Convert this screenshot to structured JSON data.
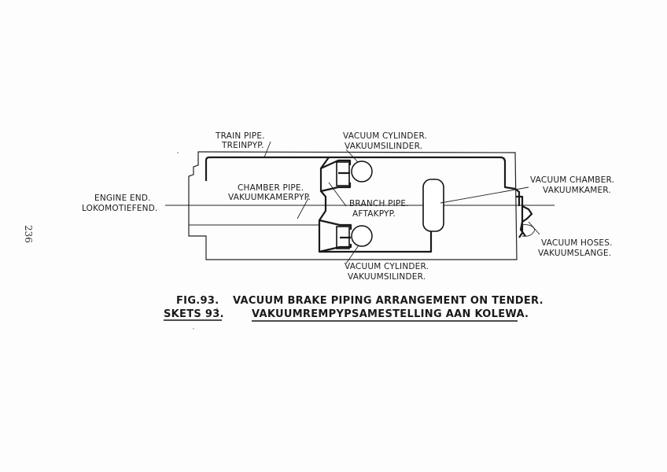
{
  "page_number": "236",
  "labels": {
    "train_pipe": "TRAIN PIPE.",
    "treinpyp": "TREINPYP.",
    "vacuum_cylinder_top": "VACUUM CYLINDER.",
    "vakuumsilinder_top": "VAKUUMSILINDER.",
    "vacuum_chamber": "VACUUM CHAMBER.",
    "vakuumkamer": "VAKUUMKAMER.",
    "engine_end": "ENGINE END.",
    "lokomotiefend": "LOKOMOTIEFEND.",
    "chamber_pipe": "CHAMBER PIPE.",
    "vakuumkamerpyp": "VAKUUMKAMERPYP.",
    "branch_pipe": "BRANCH PIPE.",
    "aftakpyp": "AFTAKPYP.",
    "vacuum_hoses": "VACUUM HOSES.",
    "vakuumslange": "VAKUUMSLANGE.",
    "vacuum_cylinder_bottom": "VACUUM CYLINDER.",
    "vakuumsilinder_bottom": "VAKUUMSILINDER."
  },
  "caption": {
    "fig_label": "FIG.93.",
    "fig_title": "VACUUM BRAKE PIPING ARRANGEMENT ON TENDER.",
    "sket_label": "SKETS 93.",
    "sket_title": "VAKUUMREMPYPSAMESTELLING AAN KOLEWA."
  }
}
